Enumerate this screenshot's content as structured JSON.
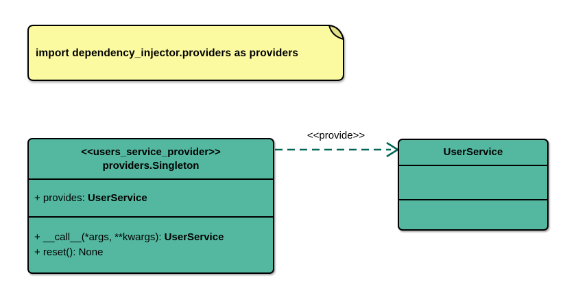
{
  "note": {
    "text": "import dependency_injector.providers as providers"
  },
  "provider_class": {
    "stereotype": "<<users_service_provider>>",
    "class_name": "providers.Singleton",
    "attribute": {
      "label": "+ provides: ",
      "type": "UserService"
    },
    "method_call": {
      "label": "+ __call__(*args, **kwargs): ",
      "type": "UserService"
    },
    "method_reset": {
      "label": "+ reset(): None"
    }
  },
  "service_class": {
    "class_name": "UserService"
  },
  "relation": {
    "label": "<<provide>>"
  },
  "colors": {
    "class_fill": "#54b8a0",
    "note_fill": "#fbfaa1",
    "note_fold": "#e3e188",
    "arrow": "#006655",
    "border": "#000000",
    "background": "#ffffff"
  }
}
